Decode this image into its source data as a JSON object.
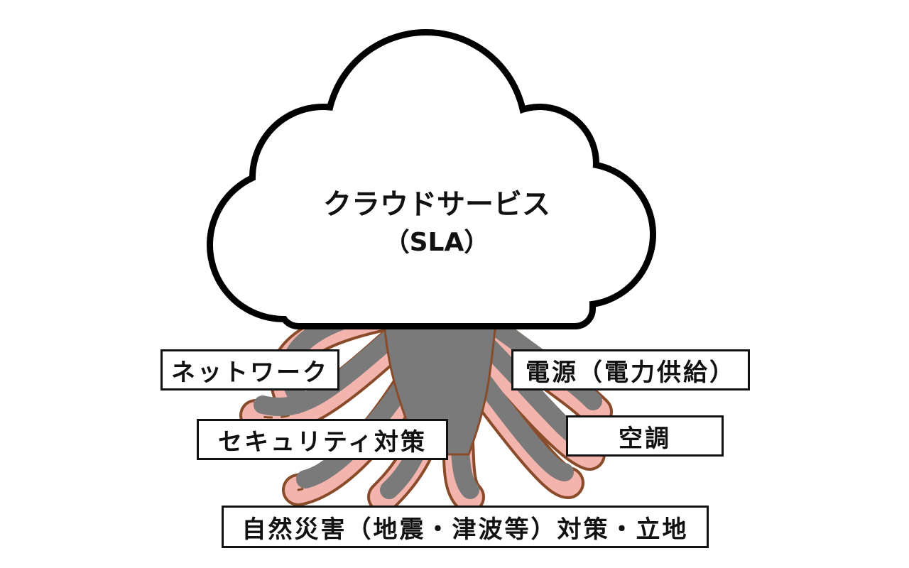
{
  "cloud": {
    "title": "クラウドサービス",
    "subtitle": "（SLA）"
  },
  "labels": {
    "network": "ネットワーク",
    "power": "電源（電力供給）",
    "security": "セキュリティ対策",
    "air_conditioning": "空調",
    "disaster": "自然災害（地震・津波等）対策・立地"
  },
  "colors": {
    "octopus_body": "#7a7a7a",
    "octopus_outline": "#8a4b2a",
    "suckers": "#f3b4ae",
    "cloud_outline": "#000000"
  }
}
